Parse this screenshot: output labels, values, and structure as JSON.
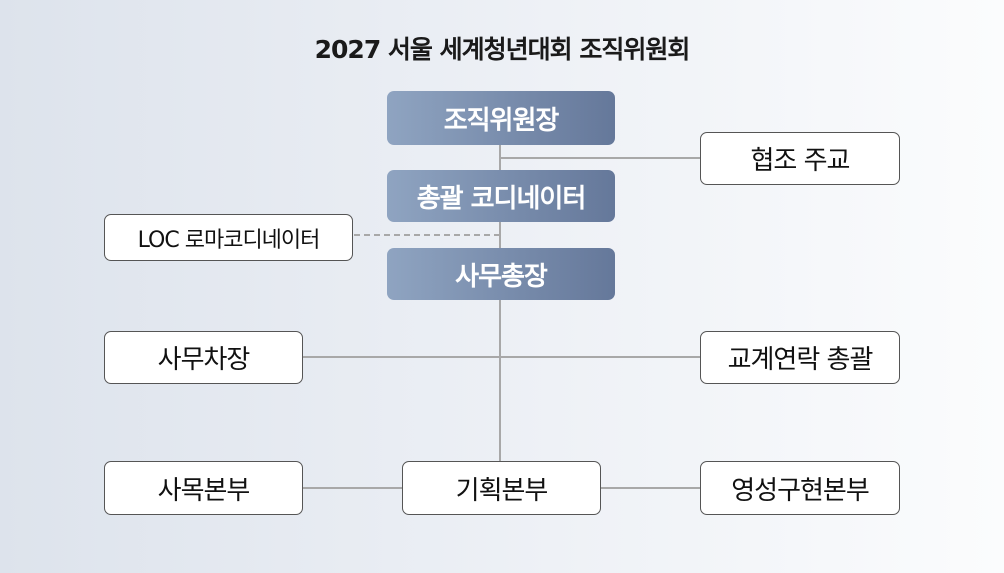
{
  "title": "2027 서울 세계청년대회 조직위원회",
  "nodes": {
    "chairman": "조직위원장",
    "general_coordinator": "총괄 코디네이터",
    "secretary_general": "사무총장",
    "cooperating_bishop": "협조 주교",
    "loc_rome_coordinator": "LOC 로마코디네이터",
    "deputy_secretary": "사무차장",
    "church_liaison": "교계연락 총괄",
    "pastoral_dept": "사목본부",
    "planning_dept": "기획본부",
    "spirituality_dept": "영성구현본부"
  }
}
